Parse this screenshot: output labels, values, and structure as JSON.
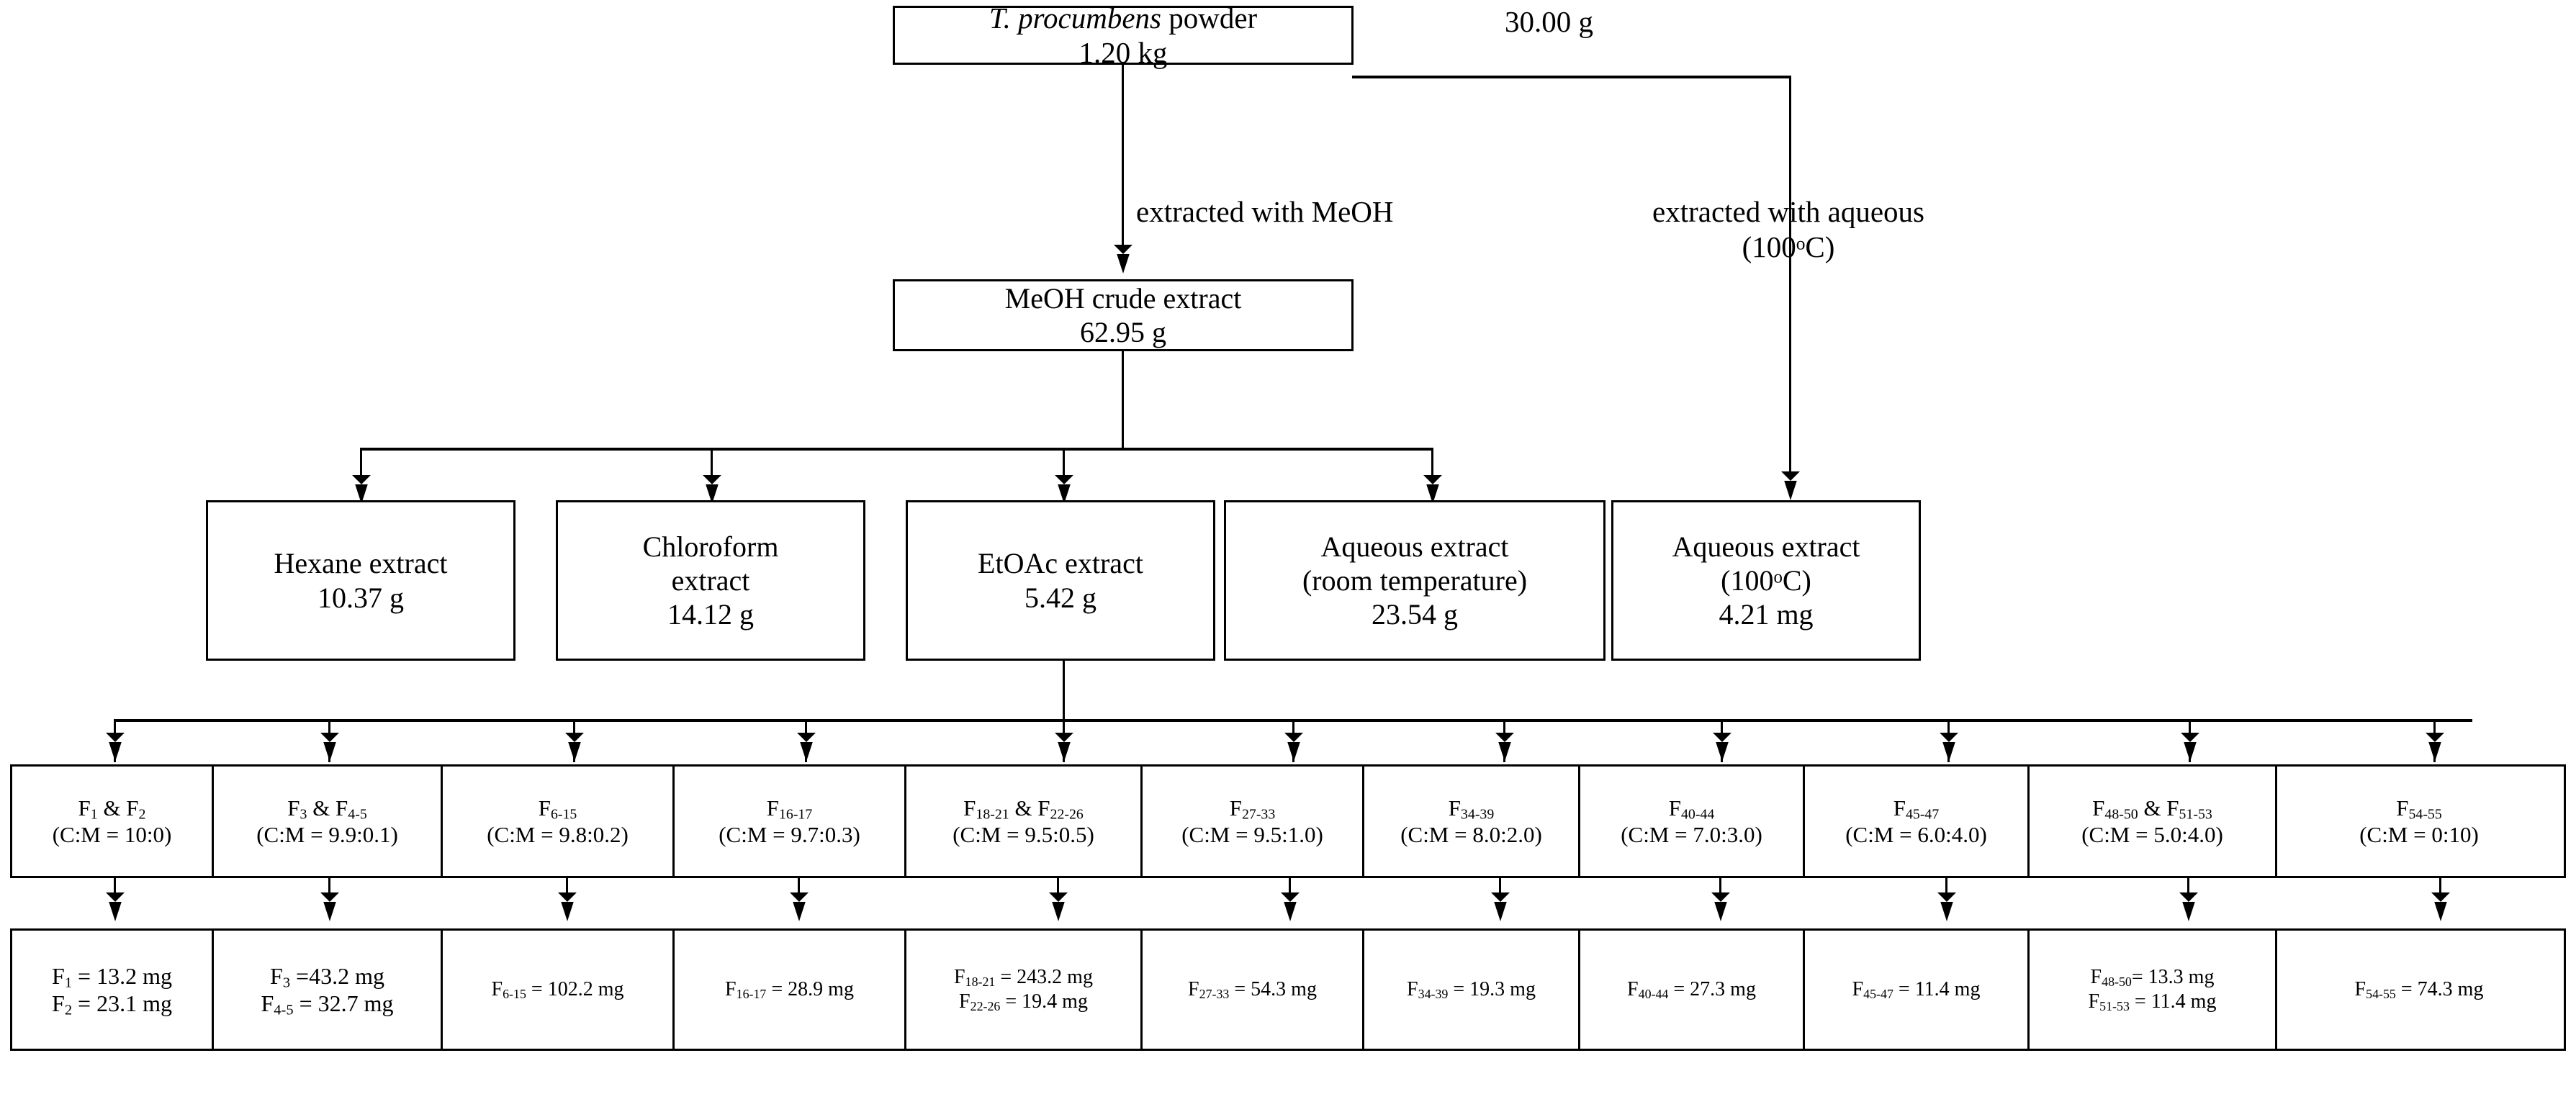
{
  "diagram": {
    "title": "Extraction and fractionation scheme of T. procumbens",
    "nodes": {
      "powder": {
        "line1_italic": "T. procumbens",
        "line1_rest": " powder",
        "line2": "1.20 kg"
      },
      "meoh_crude": {
        "line1": "MeOH crude extract",
        "line2": "62.95 g"
      },
      "hexane": {
        "line1": "Hexane extract",
        "line2": "10.37 g"
      },
      "chloroform": {
        "line1": "Chloroform",
        "line2": "extract",
        "line3": "14.12 g"
      },
      "etoac": {
        "line1": "EtOAc extract",
        "line2": "5.42 g"
      },
      "aqueous_rt": {
        "line1": "Aqueous extract",
        "line2": "(room temperature)",
        "line3": "23.54 g"
      },
      "aqueous_100": {
        "line1": "Aqueous extract",
        "line2_pre": "(100",
        "line2_sup": "o",
        "line2_post": "C)",
        "line3": "4.21 mg"
      }
    },
    "edge_labels": {
      "amount_30g": "30.00 g",
      "extracted_meoh": "extracted with MeOH",
      "extracted_aqueous_l1": "extracted with aqueous",
      "extracted_aqueous_l2_pre": "(100",
      "extracted_aqueous_l2_sup": "o",
      "extracted_aqueous_l2_post": "C)"
    },
    "fractions": [
      {
        "name_pre": "F",
        "name_sub": "1",
        "name_mid": " & F",
        "name_sub2": "2",
        "ratio": "(C:M = 10:0)"
      },
      {
        "name_pre": "F",
        "name_sub": "3",
        "name_mid": " & F",
        "name_sub2": "4-5",
        "ratio": "(C:M = 9.9:0.1)"
      },
      {
        "name_pre": "F",
        "name_sub": "6-15",
        "name_mid": "",
        "name_sub2": "",
        "ratio": "(C:M = 9.8:0.2)"
      },
      {
        "name_pre": "F",
        "name_sub": "16-17",
        "name_mid": "",
        "name_sub2": "",
        "ratio": "(C:M = 9.7:0.3)"
      },
      {
        "name_pre": "F",
        "name_sub": "18-21",
        "name_mid": " & F",
        "name_sub2": "22-26",
        "ratio": "(C:M = 9.5:0.5)"
      },
      {
        "name_pre": "F",
        "name_sub": "27-33",
        "name_mid": "",
        "name_sub2": "",
        "ratio": "(C:M = 9.5:1.0)"
      },
      {
        "name_pre": "F",
        "name_sub": "34-39",
        "name_mid": "",
        "name_sub2": "",
        "ratio": "(C:M = 8.0:2.0)"
      },
      {
        "name_pre": "F",
        "name_sub": "40-44",
        "name_mid": "",
        "name_sub2": "",
        "ratio": "(C:M = 7.0:3.0)"
      },
      {
        "name_pre": "F",
        "name_sub": "45-47",
        "name_mid": "",
        "name_sub2": "",
        "ratio": "(C:M = 6.0:4.0)"
      },
      {
        "name_pre": "F",
        "name_sub": "48-50",
        "name_mid": " & F",
        "name_sub2": "51-53",
        "ratio": "(C:M = 5.0:4.0)"
      },
      {
        "name_pre": "F",
        "name_sub": "54-55",
        "name_mid": "",
        "name_sub2": "",
        "ratio": "(C:M = 0:10)"
      }
    ],
    "yields": [
      {
        "rows": [
          {
            "pre": "F",
            "sub": "1",
            "post": " = 13.2 mg"
          },
          {
            "pre": "F",
            "sub": "2",
            "post": " = 23.1 mg"
          }
        ]
      },
      {
        "rows": [
          {
            "pre": "F",
            "sub": "3",
            "post": " =43.2 mg"
          },
          {
            "pre": "F",
            "sub": "4-5",
            "post": " = 32.7 mg"
          }
        ]
      },
      {
        "rows": [
          {
            "pre": "F",
            "sub": "6-15",
            "post": " = 102.2 mg"
          }
        ]
      },
      {
        "rows": [
          {
            "pre": "F",
            "sub": "16-17",
            "post": " = 28.9 mg"
          }
        ]
      },
      {
        "rows": [
          {
            "pre": "F",
            "sub": "18-21",
            "post": " = 243.2 mg"
          },
          {
            "pre": "F",
            "sub": "22-26",
            "post": " = 19.4 mg"
          }
        ]
      },
      {
        "rows": [
          {
            "pre": "F",
            "sub": "27-33",
            "post": " = 54.3 mg"
          }
        ]
      },
      {
        "rows": [
          {
            "pre": "F",
            "sub": "34-39",
            "post": " = 19.3 mg"
          }
        ]
      },
      {
        "rows": [
          {
            "pre": "F",
            "sub": "40-44",
            "post": " = 27.3 mg"
          }
        ]
      },
      {
        "rows": [
          {
            "pre": "F",
            "sub": "45-47",
            "post": " = 11.4 mg"
          }
        ]
      },
      {
        "rows": [
          {
            "pre": "F",
            "sub": "48-50",
            "post": "= 13.3 mg"
          },
          {
            "pre": "F",
            "sub": "51-53",
            "post": " = 11.4 mg"
          }
        ]
      },
      {
        "rows": [
          {
            "pre": "F",
            "sub": "54-55",
            "post": " = 74.3 mg"
          }
        ]
      }
    ],
    "colors": {
      "stroke": "#000000",
      "background": "#ffffff"
    }
  }
}
